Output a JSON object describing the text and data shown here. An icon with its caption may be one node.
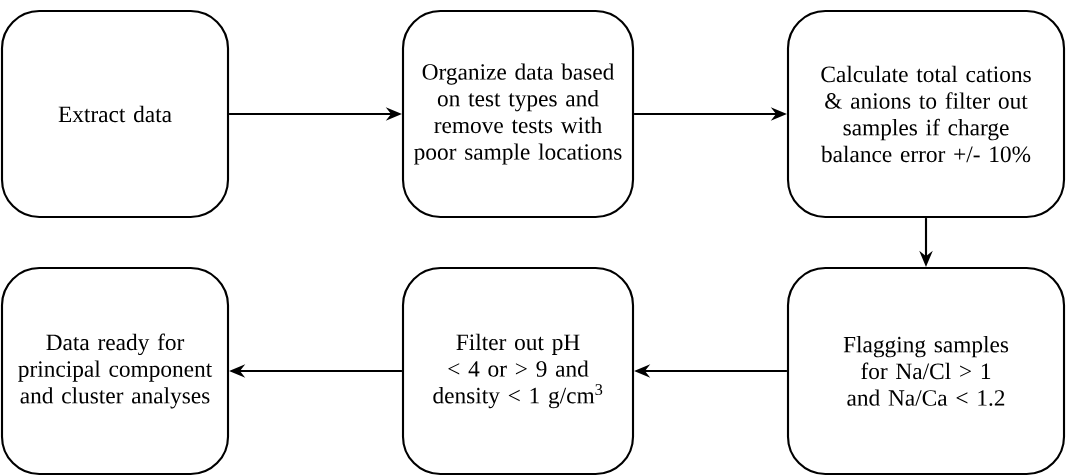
{
  "diagram": {
    "nodes": [
      {
        "text": [
          "Extract data"
        ]
      },
      {
        "text": [
          "Organize data based on test types and remove tests with poor sample locations"
        ]
      },
      {
        "text": [
          "Calculate total cations & anions to filter out samples if charge balance error +/- 10%"
        ]
      },
      {
        "text": [
          "Flagging samples for Na/Cl > 1 and Na/Ca < 1.2"
        ]
      },
      {
        "text": [
          "Filter out pH < 4 or > 9 and density < 1 g/cm$^{3}$"
        ]
      },
      {
        "text": [
          "Data ready for principal component and cluster analyses"
        ]
      }
    ],
    "edges": [
      {
        "from": 0,
        "to": 1,
        "arrow": "to"
      },
      {
        "from": 1,
        "to": 2,
        "arrow": "to"
      },
      {
        "from": 2,
        "to": 3,
        "arrow": "to"
      },
      {
        "from": 3,
        "to": 4,
        "arrow": "to"
      },
      {
        "from": 4,
        "to": 5,
        "arrow": "to"
      }
    ]
  }
}
